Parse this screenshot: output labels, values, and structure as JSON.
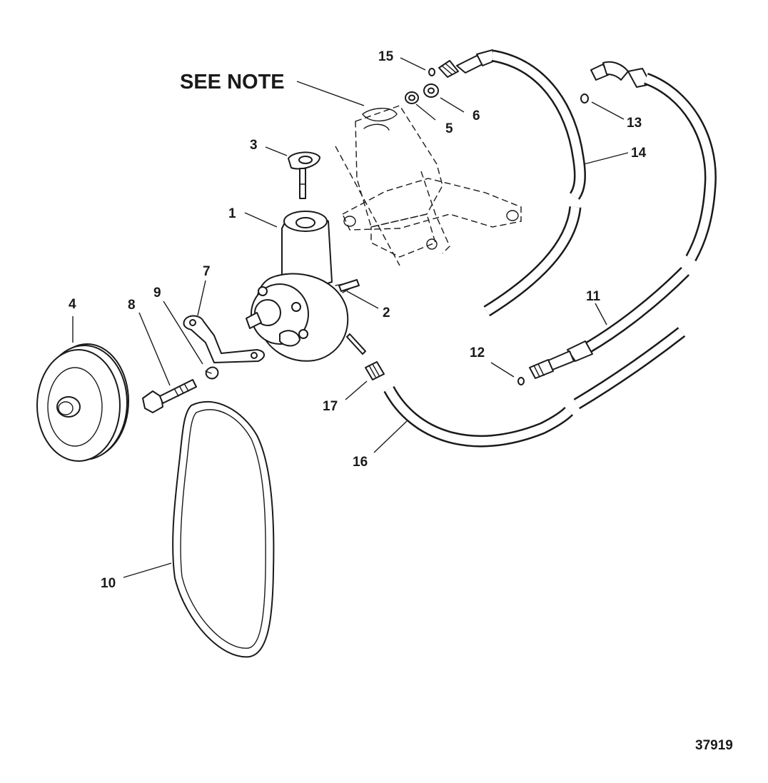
{
  "note_label": "SEE NOTE",
  "figure_number": "37919",
  "callouts": [
    {
      "id": "1",
      "label": "1"
    },
    {
      "id": "2",
      "label": "2"
    },
    {
      "id": "3",
      "label": "3"
    },
    {
      "id": "4",
      "label": "4"
    },
    {
      "id": "5",
      "label": "5"
    },
    {
      "id": "6",
      "label": "6"
    },
    {
      "id": "7",
      "label": "7"
    },
    {
      "id": "8",
      "label": "8"
    },
    {
      "id": "9",
      "label": "9"
    },
    {
      "id": "10",
      "label": "10"
    },
    {
      "id": "11",
      "label": "11"
    },
    {
      "id": "12",
      "label": "12"
    },
    {
      "id": "13",
      "label": "13"
    },
    {
      "id": "14",
      "label": "14"
    },
    {
      "id": "15",
      "label": "15"
    },
    {
      "id": "16",
      "label": "16"
    },
    {
      "id": "17",
      "label": "17"
    }
  ]
}
